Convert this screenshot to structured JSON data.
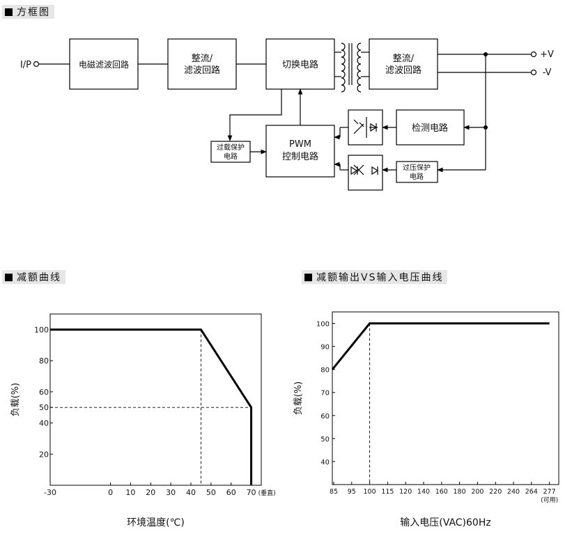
{
  "sections": {
    "block_diagram": "方框图",
    "derating": "减额曲线",
    "vs_input": "减额输出VS输入电压曲线"
  },
  "diagram": {
    "input": "I/P",
    "emi_filter": "电磁滤波回路",
    "rect_filter_1": [
      "整流/",
      "滤波回路"
    ],
    "switching": "切换电路",
    "rect_filter_2": [
      "整流/",
      "滤波回路"
    ],
    "out_pos": "+V",
    "out_neg": "-V",
    "detection": "检测电路",
    "olp": [
      "过载保护",
      "电路"
    ],
    "pwm": [
      "PWM",
      "控制电路"
    ],
    "ovp": [
      "过压保护",
      "电路"
    ]
  },
  "chart_data": [
    {
      "type": "line",
      "title": "减额曲线",
      "xlabel": "环境温度(℃)",
      "ylabel": "负载(%)",
      "x_ticks": [
        "-30",
        "0",
        "10",
        "20",
        "30",
        "40",
        "50",
        "60",
        "70"
      ],
      "x_tick_values": [
        -30,
        0,
        10,
        20,
        30,
        40,
        50,
        60,
        70
      ],
      "x_unit_note": "(垂直)",
      "y_ticks": [
        20,
        40,
        50,
        60,
        80,
        100
      ],
      "xlim": [
        -30,
        75
      ],
      "ylim": [
        0,
        110
      ],
      "series": [
        {
          "x": [
            -30,
            45,
            70,
            70
          ],
          "y": [
            100,
            100,
            50,
            0
          ]
        }
      ],
      "reference_lines": [
        {
          "x": 45,
          "y": 100
        },
        {
          "x": 70,
          "y": 50
        }
      ]
    },
    {
      "type": "line",
      "title": "减额输出VS输入电压曲线",
      "xlabel": "输入电压(VAC)60Hz",
      "ylabel": "负载(%)",
      "x_ticks": [
        "85",
        "95",
        "100",
        "115",
        "120",
        "140",
        "160",
        "180",
        "200",
        "220",
        "240",
        "264",
        "277"
      ],
      "x_unit_note": "(可用)",
      "y_ticks": [
        40,
        50,
        60,
        70,
        80,
        90,
        100
      ],
      "ylim": [
        30,
        105
      ],
      "series": [
        {
          "x": [
            85,
            100,
            277
          ],
          "y": [
            80,
            100,
            100
          ]
        }
      ],
      "reference_lines": [
        {
          "x": 100,
          "y": 100
        }
      ]
    }
  ]
}
